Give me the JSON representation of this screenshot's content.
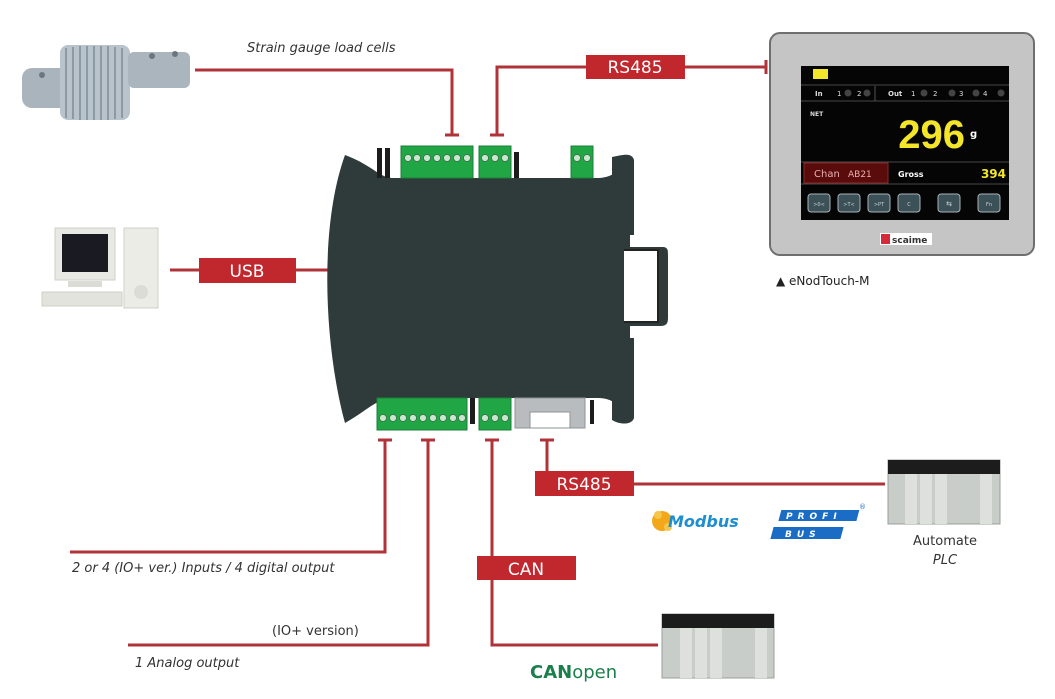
{
  "connections": {
    "load_cells": {
      "caption": "Strain gauge load cells"
    },
    "rs485_top": {
      "label": "RS485"
    },
    "usb": {
      "label": "USB"
    },
    "rs485_bottom": {
      "label": "RS485"
    },
    "can": {
      "label": "CAN"
    },
    "digital_io": {
      "caption": "2 or 4 (IO+ ver.) Inputs / 4 digital output"
    },
    "analog": {
      "caption": "1 Analog output",
      "note": "(IO+ version)"
    }
  },
  "display": {
    "caption": "▲ eNodTouch-M",
    "brand": "scaime",
    "inputs_label": "In",
    "inputs": [
      "1",
      "2"
    ],
    "outputs_label": "Out",
    "outputs": [
      "1",
      "2",
      "3",
      "4"
    ],
    "net_label": "NET",
    "weight_value": "296",
    "weight_unit": "g",
    "channel_label": "Chan",
    "channel_value": "AB21",
    "gross_label": "Gross",
    "gross_value": "394",
    "buttons": [
      ">0<",
      ">T<",
      ">PT",
      "C",
      "⇆",
      "Fn"
    ]
  },
  "protocols": {
    "modbus": "Modbus",
    "profibus_top": "PROFI",
    "profibus_bottom": "BUS",
    "canopen_bold": "CAN",
    "canopen_light": "open"
  },
  "plc": {
    "label_line1": "Automate",
    "label_line2": "PLC"
  },
  "colors": {
    "wire": "#b0333a",
    "label_box": "#c0282e",
    "terminal_green": "#21a645",
    "device_body": "#2f3a3a",
    "lcd_yellow": "#f2e52a"
  }
}
